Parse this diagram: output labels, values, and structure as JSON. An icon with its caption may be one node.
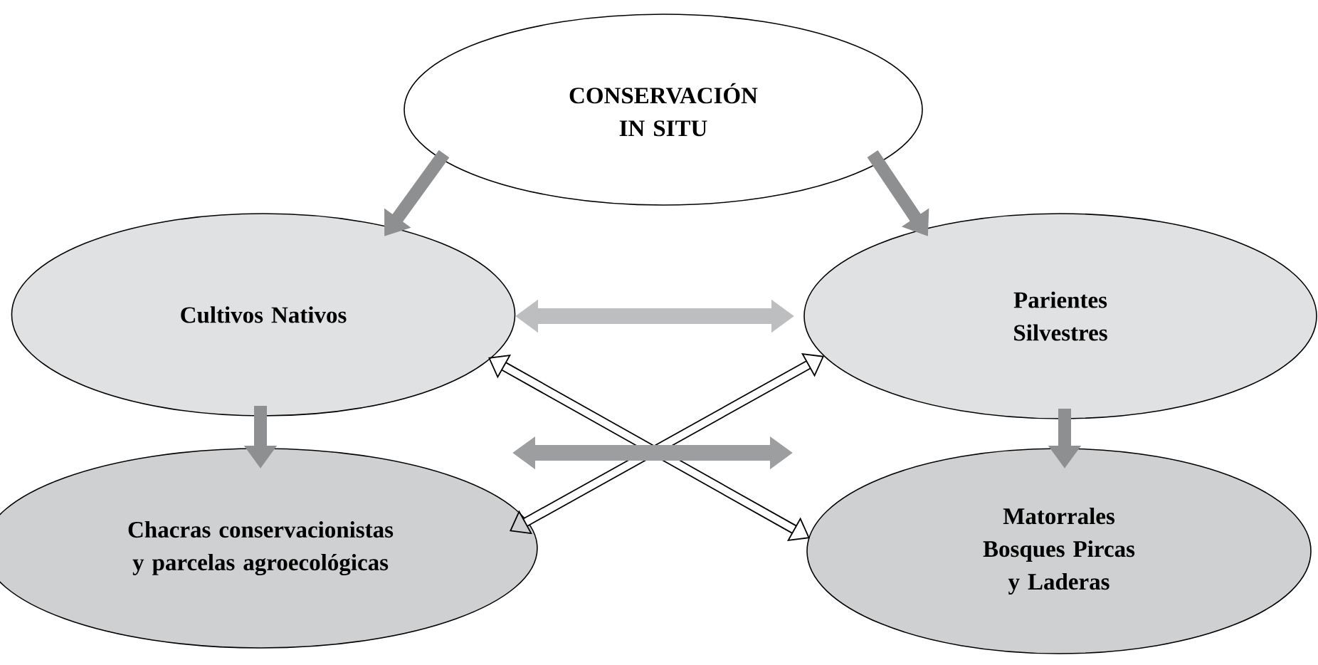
{
  "diagram": {
    "nodes": [
      {
        "text": [
          "CONSERVACIÓN IN SITU"
        ]
      },
      {
        "text": [
          "Cultivos Nativos"
        ]
      },
      {
        "text": [
          "Parientes Silvestres"
        ]
      },
      {
        "text": [
          "Chacras conservacionistas y parcelas agroecológicas"
        ]
      },
      {
        "text": [
          "Matorrales Bosques Pircas y Laderas"
        ]
      }
    ],
    "edges": [
      {
        "from": 0,
        "to": 1,
        "arrow": "to"
      },
      {
        "from": 0,
        "to": 2,
        "arrow": "to"
      },
      {
        "from": 1,
        "to": 2,
        "arrow": "both",
        "color": "#bdbebf"
      },
      {
        "from": 1,
        "to": 3,
        "arrow": "to"
      },
      {
        "from": 2,
        "to": 4,
        "arrow": "to"
      },
      {
        "from": 1,
        "to": 4,
        "arrow": "both",
        "color": "#000000"
      },
      {
        "from": 3,
        "to": 2,
        "arrow": "both",
        "color": "#000000"
      },
      {
        "from": 3,
        "to": 4,
        "arrow": "both",
        "color": "#9d9ea0"
      }
    ]
  }
}
